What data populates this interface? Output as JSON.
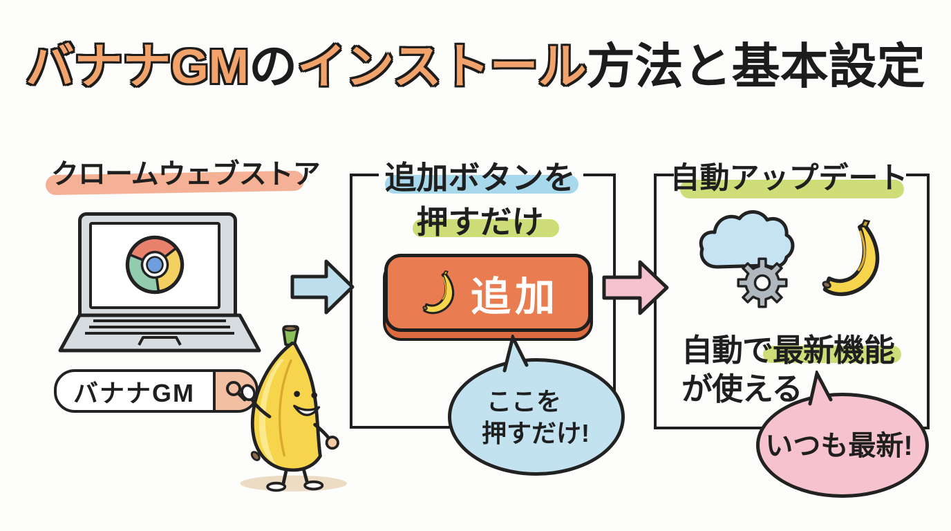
{
  "title": {
    "segments": [
      {
        "text": "バナナGM",
        "accent": true
      },
      {
        "text": "の",
        "accent": false
      },
      {
        "text": "インストール",
        "accent": true
      },
      {
        "text": "方法と基本設定",
        "accent": false
      }
    ]
  },
  "step1": {
    "label": "クロームウェブストア",
    "search_value": "バナナGM",
    "search_icon": "magnifier",
    "laptop_icon": "chrome-logo",
    "mascot_icon": "banana-character"
  },
  "step2": {
    "heading_line1": "追加ボタンを",
    "heading_line2": "押すだけ",
    "button_label": "追加",
    "button_icon": "banana",
    "bubble_line1": "ここを",
    "bubble_line2": "押すだけ!"
  },
  "step3": {
    "heading": "自動アップデート",
    "icons": [
      "cloud",
      "gear",
      "banana"
    ],
    "desc_pre": "自動で",
    "desc_highlight": "最新機能",
    "desc_line2": "が使える",
    "bubble": "いつも最新!"
  },
  "arrows": {
    "step1_to_step2": "blue-right-arrow",
    "step2_to_step3": "pink-right-arrow"
  },
  "colors": {
    "accent_orange": "#F2A36B",
    "highlight_salmon": "#F4B196",
    "highlight_blue": "#A7D8EB",
    "highlight_green": "#CEDD78",
    "arrow_blue": "#BDDEEC",
    "arrow_pink": "#F5C3D0",
    "bubble_blue": "#C3E2EF",
    "bubble_pink": "#F5C2CE",
    "button_orange": "#E97C50",
    "banana_yellow": "#F6D44C",
    "laptop_grey": "#D7DCE0",
    "gear_grey": "#B0B7BE",
    "cloud_blue": "#C5E3F3",
    "ink": "#1F1F1F"
  }
}
